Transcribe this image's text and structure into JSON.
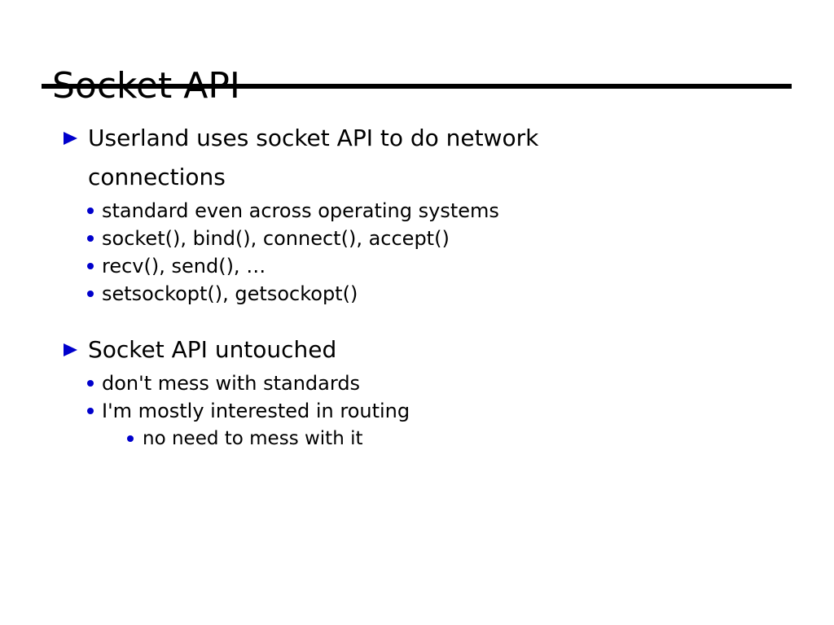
{
  "slide": {
    "title": "Socket API",
    "background_color": "#ffffff",
    "text_color": "#000000",
    "bullet_color": "#0000cc",
    "rule_color": "#000000"
  },
  "outline": {
    "groups": [
      {
        "heading": "Userland uses socket API to do network connections",
        "items": [
          {
            "text": "standard even across operating systems",
            "level": 2
          },
          {
            "text": "socket(), bind(), connect(), accept()",
            "level": 2
          },
          {
            "text": "recv(), send(), …",
            "level": 2
          },
          {
            "text": "setsockopt(), getsockopt()",
            "level": 2
          }
        ]
      },
      {
        "heading": "Socket API untouched",
        "items": [
          {
            "text": "don't mess with standards",
            "level": 2
          },
          {
            "text": "I'm mostly interested in routing",
            "level": 2
          },
          {
            "text": "no need to mess with it",
            "level": 3
          }
        ]
      }
    ]
  }
}
